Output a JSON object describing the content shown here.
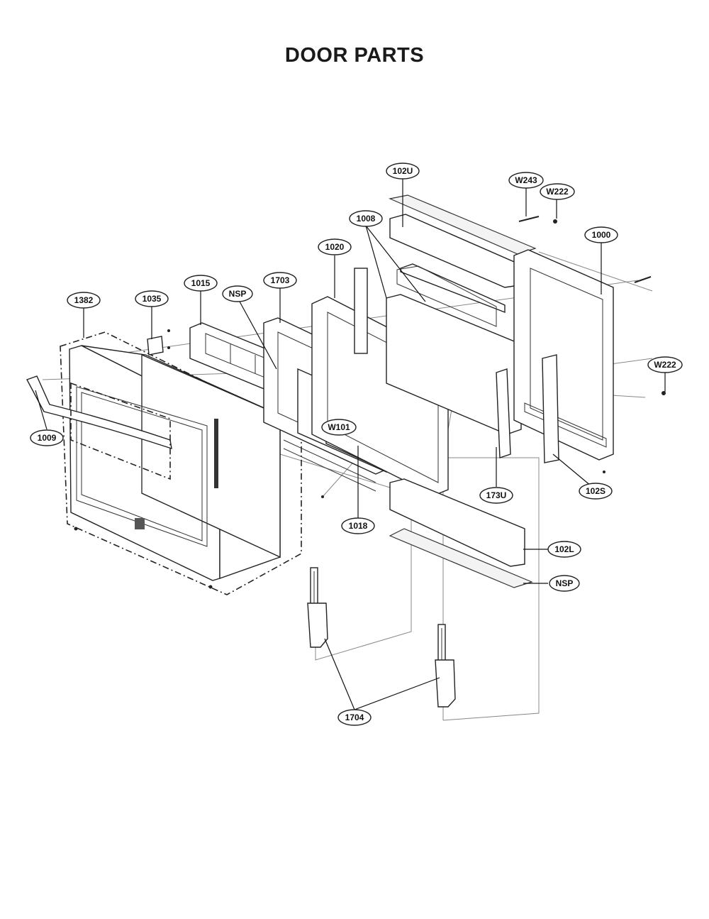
{
  "title": "DOOR PARTS",
  "callouts": [
    {
      "id": "102U",
      "text": "102U"
    },
    {
      "id": "W243",
      "text": "W243"
    },
    {
      "id": "W222a",
      "text": "W222"
    },
    {
      "id": "1008",
      "text": "1008"
    },
    {
      "id": "1000",
      "text": "1000"
    },
    {
      "id": "1020",
      "text": "1020"
    },
    {
      "id": "1015",
      "text": "1015"
    },
    {
      "id": "1703",
      "text": "1703"
    },
    {
      "id": "NSPa",
      "text": "NSP"
    },
    {
      "id": "1382",
      "text": "1382"
    },
    {
      "id": "1035",
      "text": "1035"
    },
    {
      "id": "W222b",
      "text": "W222"
    },
    {
      "id": "W101",
      "text": "W101"
    },
    {
      "id": "1009",
      "text": "1009"
    },
    {
      "id": "173U",
      "text": "173U"
    },
    {
      "id": "102S",
      "text": "102S"
    },
    {
      "id": "1018",
      "text": "1018"
    },
    {
      "id": "102L",
      "text": "102L"
    },
    {
      "id": "NSPb",
      "text": "NSP"
    },
    {
      "id": "1704",
      "text": "1704"
    }
  ]
}
